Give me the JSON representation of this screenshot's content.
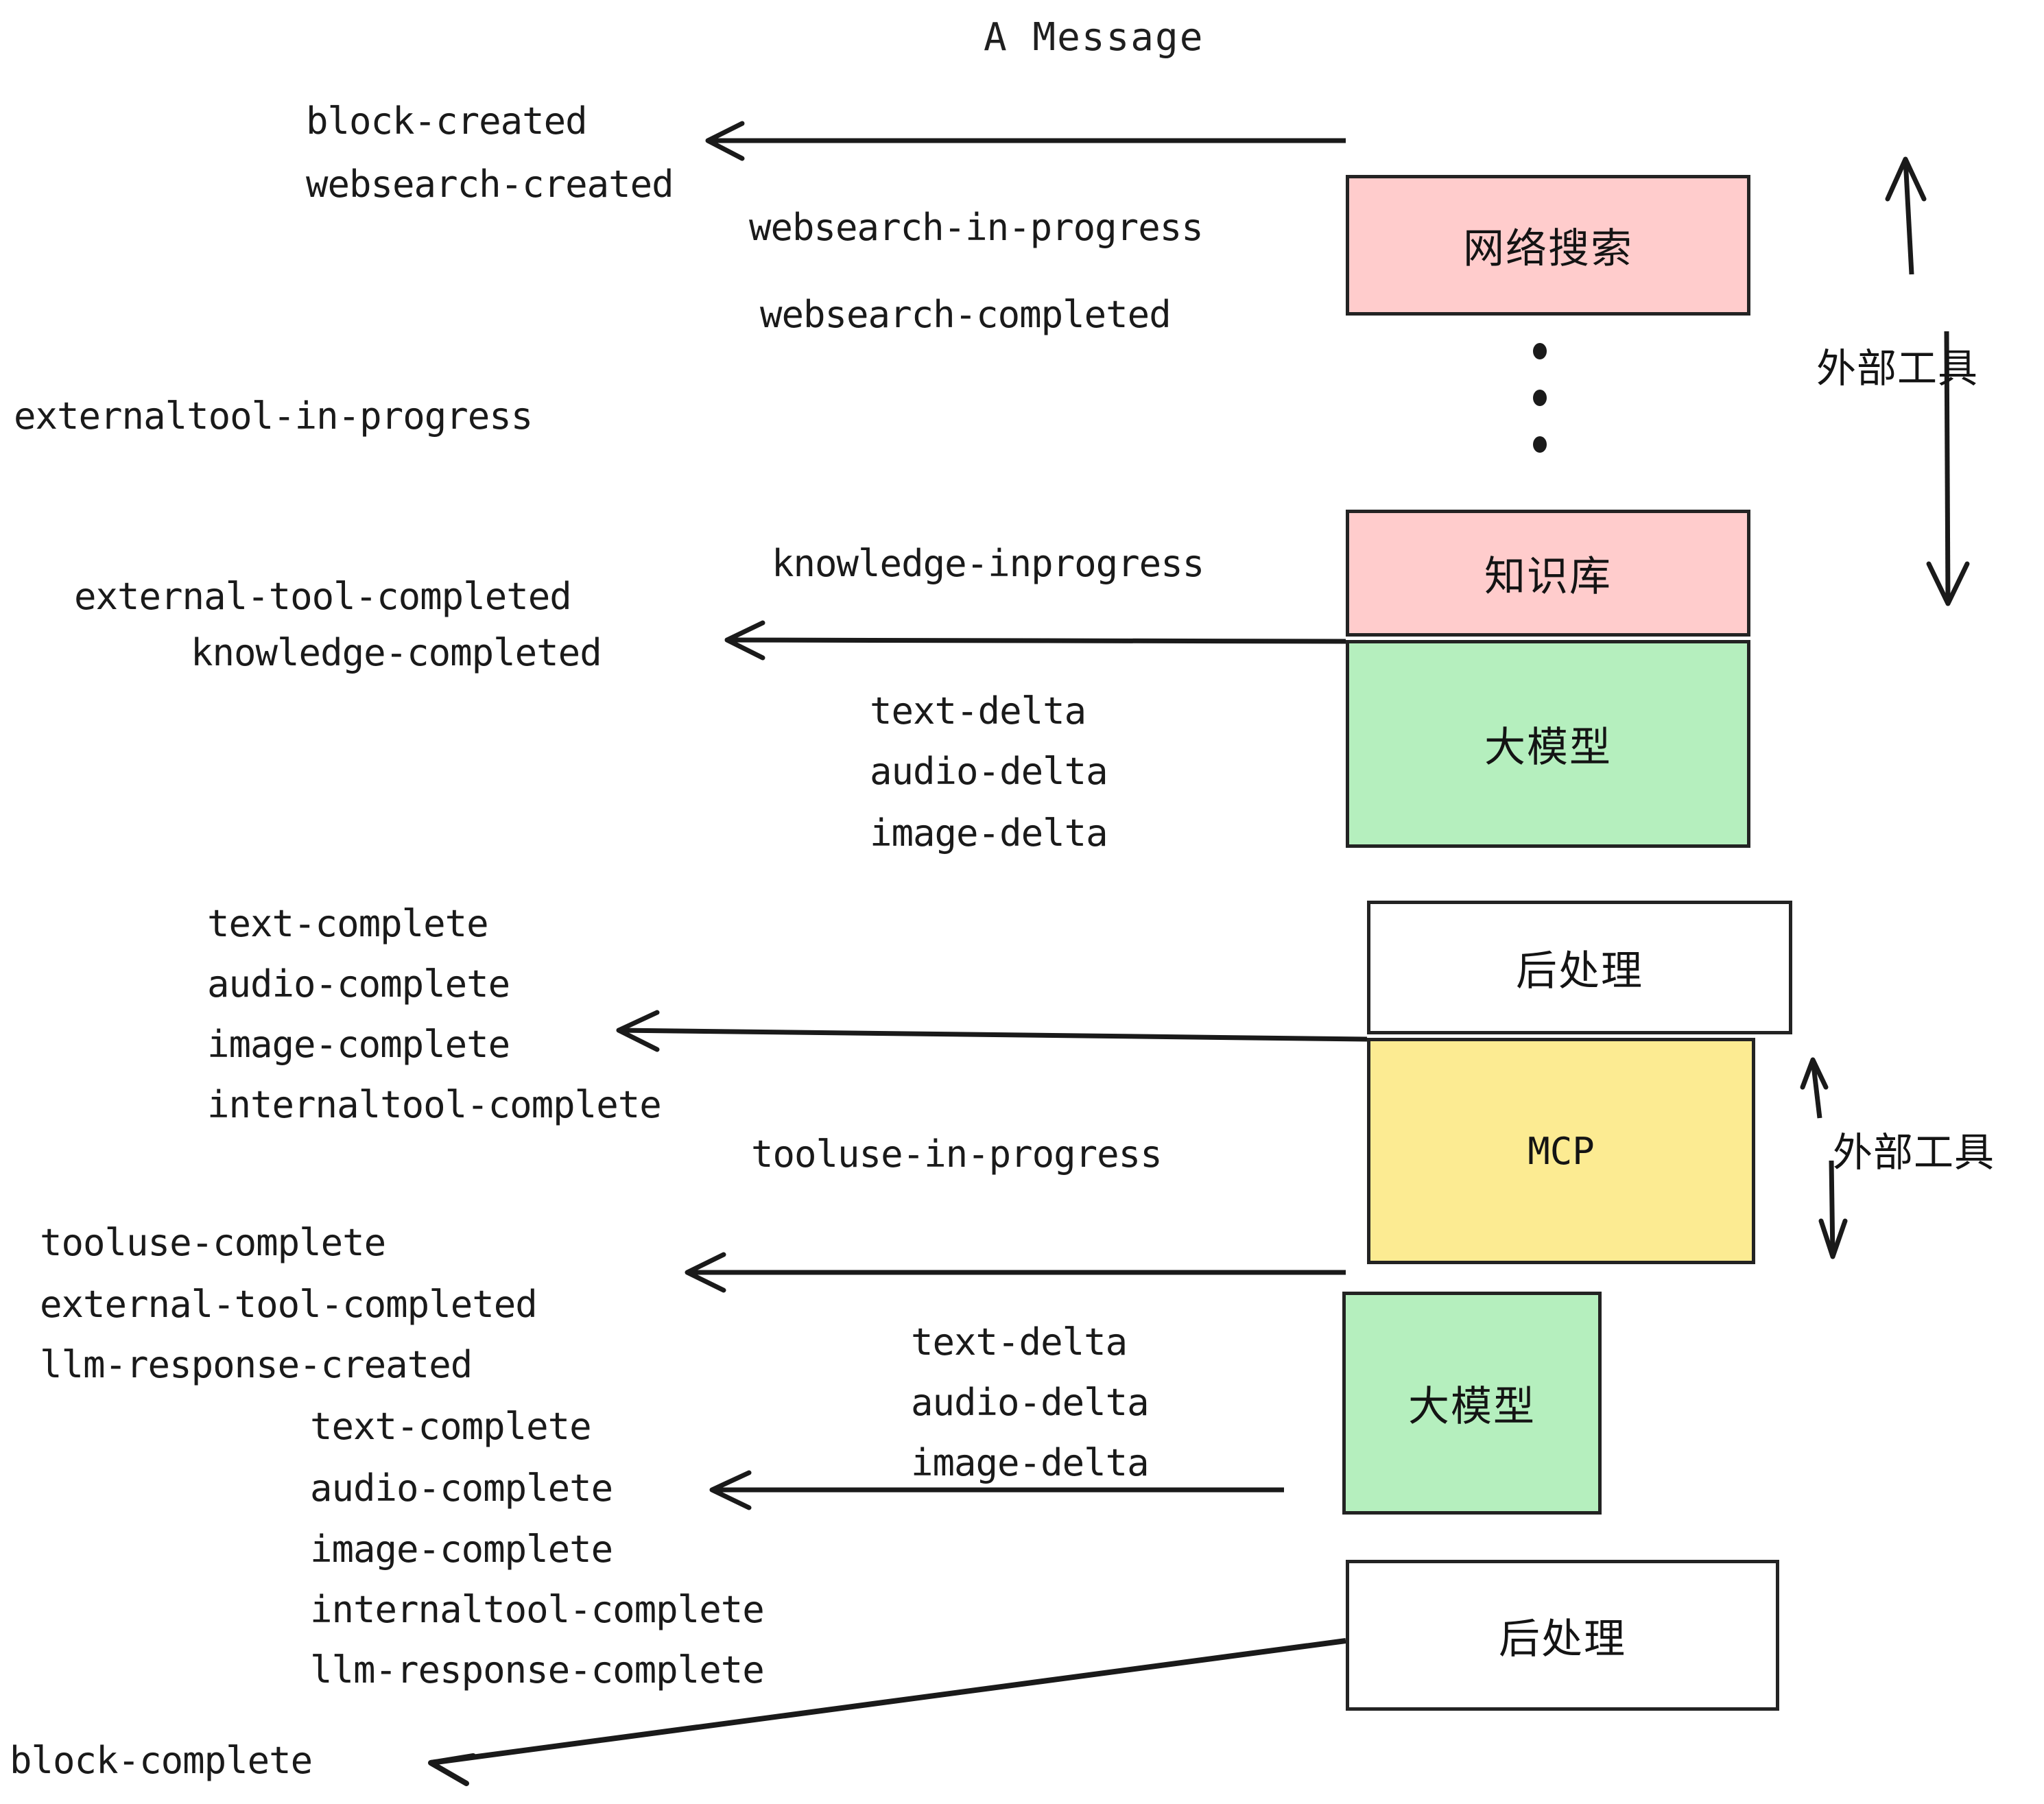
{
  "diagram": {
    "title": "A Message",
    "colors": {
      "pink": "#FFCCCC",
      "green": "#B5EFBE",
      "yellow": "#FCEB92",
      "white": "#FFFFFF",
      "stroke": "#232323",
      "text": "#1A1A1A"
    }
  },
  "nodes": [
    {
      "id": "websearch",
      "label": "网络搜索",
      "fill": "#FFCCCC"
    },
    {
      "id": "knowledge",
      "label": "知识库",
      "fill": "#FFCCCC"
    },
    {
      "id": "llm-1",
      "label": "大模型",
      "fill": "#B5EFBE"
    },
    {
      "id": "postproc-1",
      "label": "后处理",
      "fill": "#FFFFFF"
    },
    {
      "id": "mcp",
      "label": "MCP",
      "fill": "#FCEB92"
    },
    {
      "id": "llm-2",
      "label": "大模型",
      "fill": "#B5EFBE"
    },
    {
      "id": "postproc-2",
      "label": "后处理",
      "fill": "#FFFFFF"
    }
  ],
  "group_labels": [
    {
      "id": "external-tools-top",
      "label": "外部工具"
    },
    {
      "id": "external-tools-bottom",
      "label": "外部工具"
    }
  ],
  "events": [
    {
      "id": "block-created",
      "label": "block-created"
    },
    {
      "id": "websearch-created",
      "label": "websearch-created"
    },
    {
      "id": "websearch-in-progress",
      "label": "websearch-in-progress"
    },
    {
      "id": "websearch-completed",
      "label": "websearch-completed"
    },
    {
      "id": "externaltool-in-progress",
      "label": "externaltool-in-progress"
    },
    {
      "id": "knowledge-inprogress",
      "label": "knowledge-inprogress"
    },
    {
      "id": "external-tool-completed-1",
      "label": "external-tool-completed"
    },
    {
      "id": "knowledge-completed",
      "label": "knowledge-completed"
    },
    {
      "id": "text-delta-1",
      "label": "text-delta"
    },
    {
      "id": "audio-delta-1",
      "label": "audio-delta"
    },
    {
      "id": "image-delta-1",
      "label": "image-delta"
    },
    {
      "id": "text-complete-1",
      "label": "text-complete"
    },
    {
      "id": "audio-complete-1",
      "label": "audio-complete"
    },
    {
      "id": "image-complete-1",
      "label": "image-complete"
    },
    {
      "id": "internaltool-complete-1",
      "label": "internaltool-complete"
    },
    {
      "id": "tooluse-in-progress",
      "label": "tooluse-in-progress"
    },
    {
      "id": "tooluse-complete",
      "label": "tooluse-complete"
    },
    {
      "id": "external-tool-completed-2",
      "label": "external-tool-completed"
    },
    {
      "id": "llm-response-created",
      "label": "llm-response-created"
    },
    {
      "id": "text-delta-2",
      "label": "text-delta"
    },
    {
      "id": "audio-delta-2",
      "label": "audio-delta"
    },
    {
      "id": "image-delta-2",
      "label": "image-delta"
    },
    {
      "id": "text-complete-2",
      "label": "text-complete"
    },
    {
      "id": "audio-complete-2",
      "label": "audio-complete"
    },
    {
      "id": "image-complete-2",
      "label": "image-complete"
    },
    {
      "id": "internaltool-complete-2",
      "label": "internaltool-complete"
    },
    {
      "id": "llm-response-complete",
      "label": "llm-response-complete"
    },
    {
      "id": "block-complete",
      "label": "block-complete"
    }
  ]
}
